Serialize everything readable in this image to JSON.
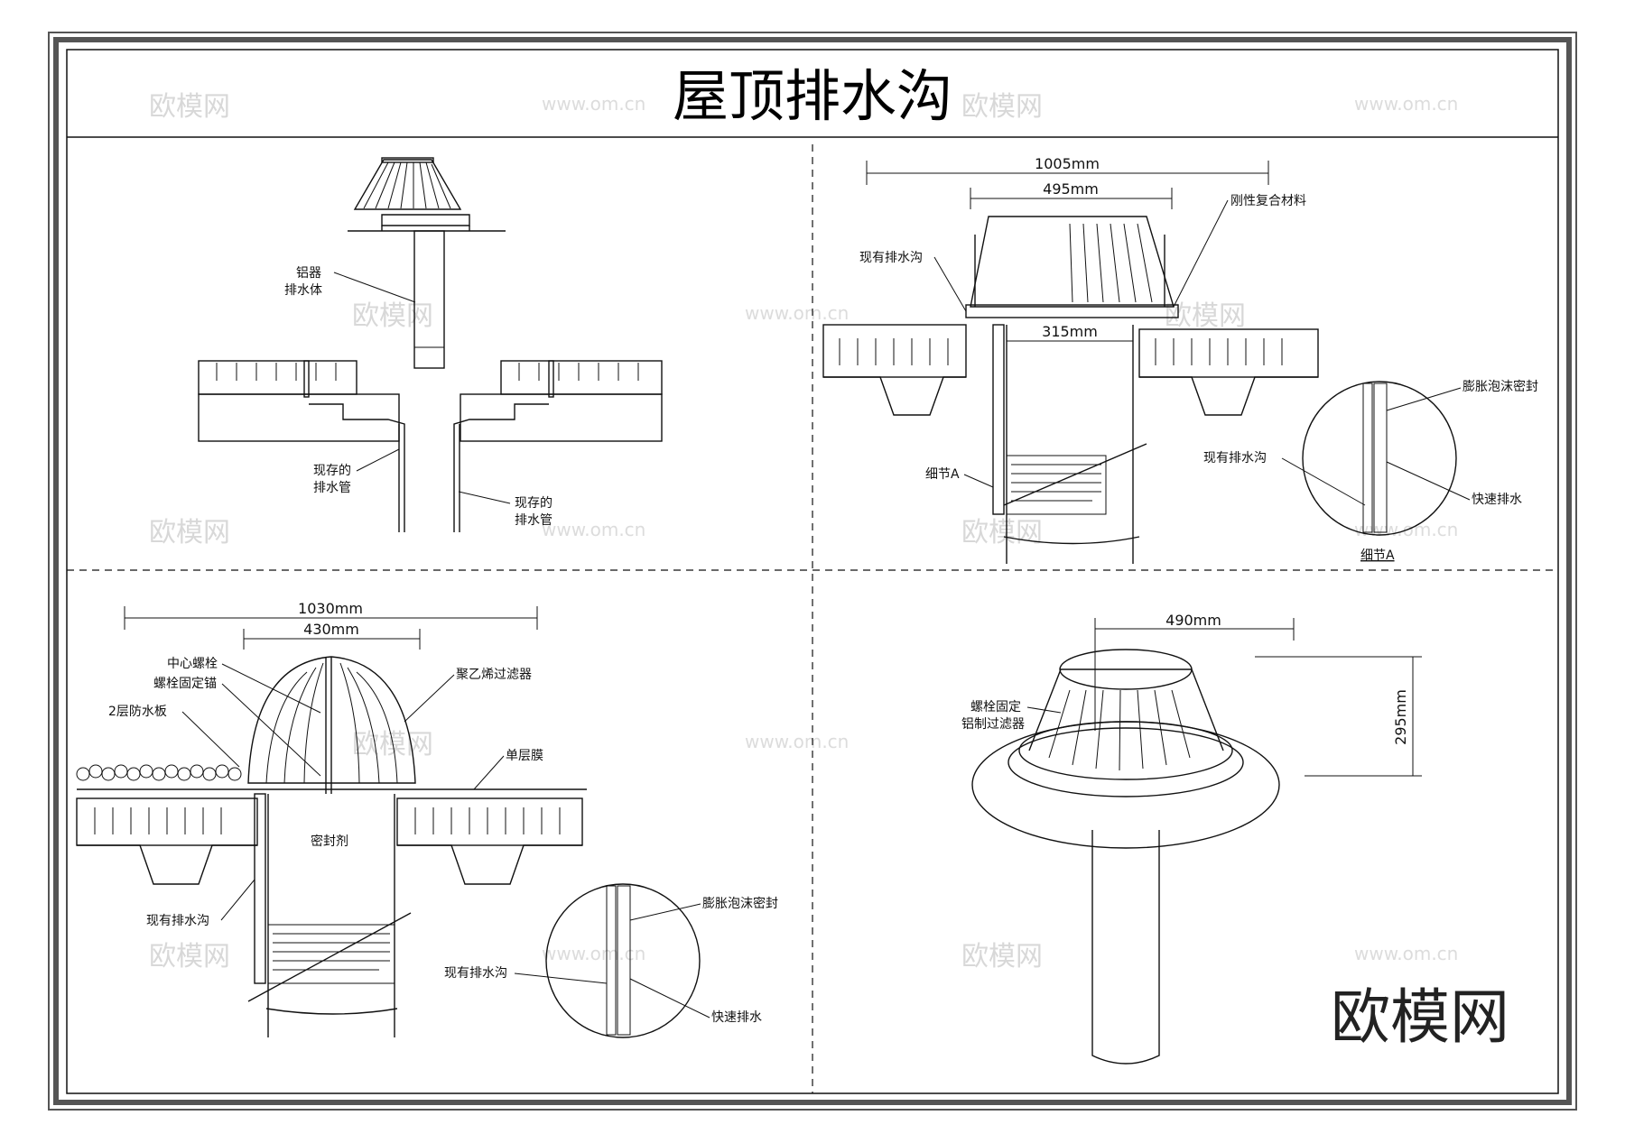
{
  "title": "屋顶排水沟",
  "watermark": {
    "brand": "欧模网",
    "url": "www.om.cn",
    "big_brand": "欧模网"
  },
  "panel_top_left": {
    "labels": {
      "body_a": "铝器",
      "body_b": "排水体",
      "pipe_left_a": "现存的",
      "pipe_left_b": "排水管",
      "pipe_right_a": "现存的",
      "pipe_right_b": "排水管"
    }
  },
  "panel_top_right": {
    "dims": {
      "outer": "1005mm",
      "inner": "495mm",
      "pipe": "315mm"
    },
    "labels": {
      "rigid": "刚性复合材料",
      "gutter": "现有排水沟",
      "detail": "细节A",
      "foam": "膨胀泡沫密封",
      "gutter2": "现有排水沟",
      "fast": "快速排水",
      "detail_caption": "细节A"
    }
  },
  "panel_bottom_left": {
    "dims": {
      "outer": "1030mm",
      "inner": "430mm"
    },
    "labels": {
      "bolt": "中心螺栓",
      "anchor": "螺栓固定锚",
      "board": "2层防水板",
      "filter": "聚乙烯过滤器",
      "membrane": "单层膜",
      "sealant": "密封剂",
      "gutter": "现有排水沟",
      "foam": "膨胀泡沫密封",
      "gutter2": "现有排水沟",
      "fast": "快速排水"
    }
  },
  "panel_bottom_right": {
    "dims": {
      "width": "490mm",
      "height": "295mm"
    },
    "labels": {
      "filter_a": "螺栓固定",
      "filter_b": "铝制过滤器"
    }
  }
}
